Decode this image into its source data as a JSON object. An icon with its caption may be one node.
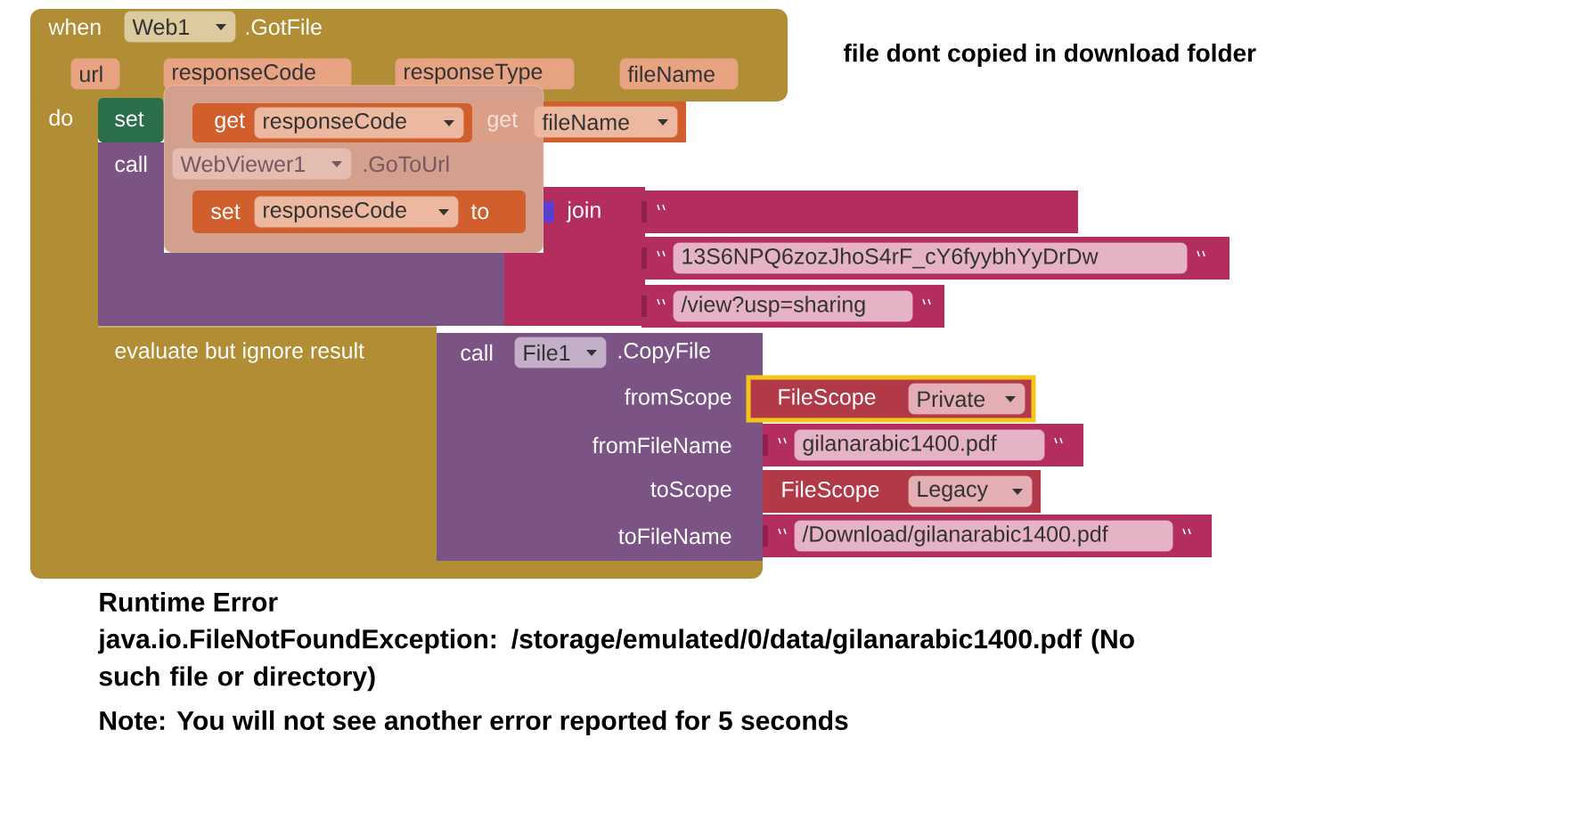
{
  "diagram": {
    "nodes": [
      {
        "text": [
          "when",
          "Web1",
          ".GotFile",
          "do"
        ]
      },
      {
        "text": [
          "url"
        ],
        "in": 0
      },
      {
        "text": [
          "responseCode"
        ],
        "in": 0
      },
      {
        "text": [
          "responseType"
        ],
        "in": 0
      },
      {
        "text": [
          "fileName"
        ],
        "in": 0
      },
      {
        "text": [
          "set"
        ],
        "in": 0
      },
      {
        "text": [
          "get",
          "fileName"
        ],
        "in": 0
      },
      {
        "text": [
          "call",
          "WebViewer1",
          ".GoToUrl"
        ],
        "in": 0
      },
      {
        "text": [
          "join"
        ],
        "in": 0
      },
      {
        "text": [],
        "shape": "box"
      },
      {
        "text": [
          "13S6NPQ6zozJhoS4rF_cY6fyybhYyDrDw"
        ]
      },
      {
        "text": [
          "/view?usp=sharing"
        ]
      },
      {
        "text": [
          "get",
          "responseCode"
        ],
        "in": 0
      },
      {
        "text": [
          "set",
          "responseCode",
          "to"
        ],
        "in": 0
      },
      {
        "text": [
          "evaluate but ignore result"
        ],
        "in": 0
      },
      {
        "text": [
          "call",
          "File1",
          ".CopyFile",
          "fromScope",
          "fromFileName",
          "toScope",
          "toFileName"
        ],
        "in": 0
      },
      {
        "text": [
          "FileScope",
          "Private"
        ]
      },
      {
        "text": [
          "gilanarabic1400.pdf"
        ]
      },
      {
        "text": [
          "FileScope",
          "Legacy"
        ]
      },
      {
        "text": [
          "/Download/gilanarabic1400.pdf"
        ]
      }
    ],
    "labels": [
      "file dont copied in download folder",
      "Runtime Error",
      "java.io.FileNotFoundException: /storage/emulated/0/data/gilanarabic1400.pdf (No such file or directory)",
      "Note: You will not see another error reported for 5 seconds"
    ]
  }
}
